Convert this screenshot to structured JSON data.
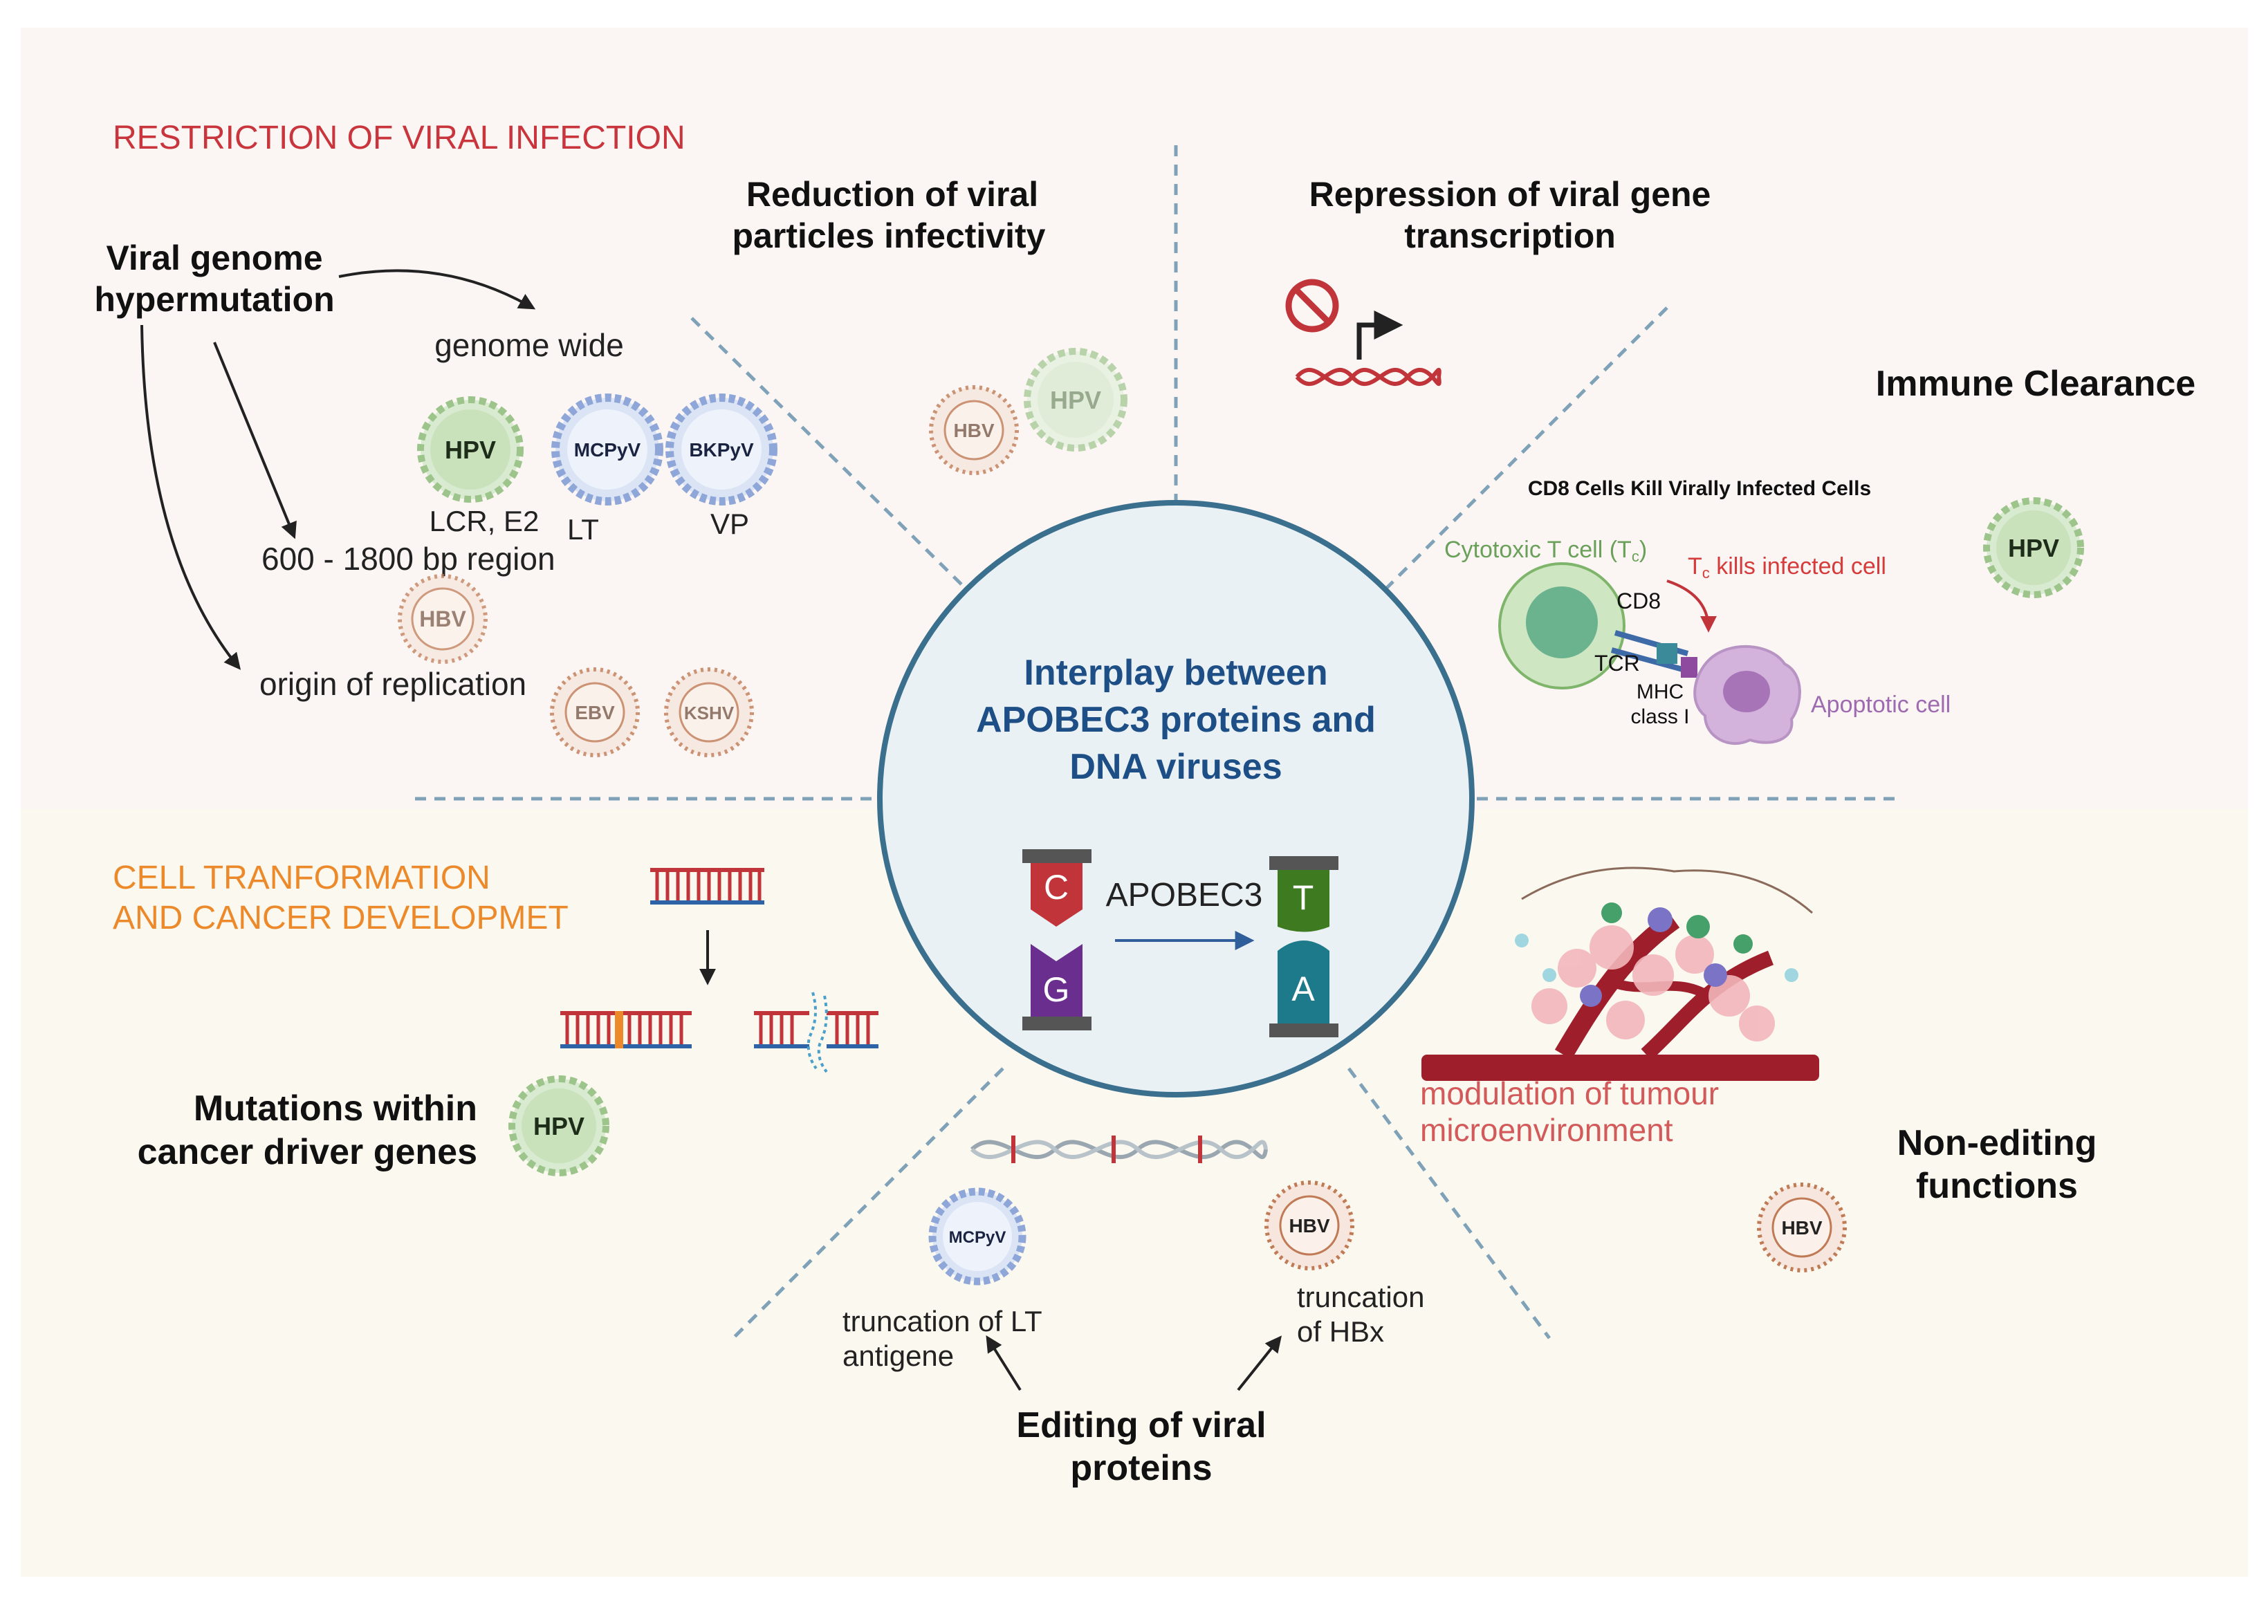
{
  "top_section": {
    "header": "RESTRICTION OF VIRAL INFECTION",
    "header_color": "#c9353c",
    "bg_color": "#fbf6f3"
  },
  "bottom_section": {
    "header_line1": "CELL TRANFORMATION",
    "header_line2": "AND CANCER DEVELOPMET",
    "header_color": "#ec8a2b",
    "bg_color": "#fbf8ef"
  },
  "center": {
    "title_line1": "Interplay between",
    "title_line2": "APOBEC3 proteins and",
    "title_line3": "DNA viruses",
    "title_color": "#1d4e85",
    "enzyme_label": "APOBEC3",
    "bases": {
      "c": "C",
      "g": "G",
      "t": "T",
      "a": "A"
    }
  },
  "hypermutation": {
    "title_line1": "Viral genome",
    "title_line2": "hypermutation",
    "genome_wide": "genome wide",
    "region": "600 - 1800 bp region",
    "origin": "origin of replication",
    "lcr": "LCR, E2",
    "lt": "LT",
    "vp": "VP"
  },
  "reduction": {
    "line1": "Reduction of viral",
    "line2": "particles infectivity"
  },
  "repression": {
    "line1": "Repression of viral gene",
    "line2": "transcription"
  },
  "immune": {
    "title": "Immune Clearance",
    "subtitle": "CD8 Cells Kill Virally Infected Cells",
    "cytotoxic": "Cytotoxic T cell (T",
    "cytotoxic_sub": "c",
    "cytotoxic_end": ")",
    "kills_pre": "T",
    "kills_sub": "c",
    "kills_post": " kills infected cell",
    "cd8": "CD8",
    "tcr": "TCR",
    "mhc_line1": "MHC",
    "mhc_line2": "class I",
    "apoptotic": "Apoptotic cell"
  },
  "mutations": {
    "line1": "Mutations within",
    "line2": "cancer driver genes"
  },
  "tumour": {
    "line1": "modulation of tumour",
    "line2": "microenvironment"
  },
  "nonediting": {
    "line1": "Non-editing",
    "line2": "functions"
  },
  "editing": {
    "title_line1": "Editing of viral",
    "title_line2": "proteins",
    "lt_line1": "truncation  of  LT",
    "lt_line2": "antigene",
    "hbx_line1": "truncation",
    "hbx_line2": "of HBx"
  },
  "viruses": {
    "hpv": "HPV",
    "mcpyv": "MCPyV",
    "bkpyv": "BKPyV",
    "hbv": "HBV",
    "ebv": "EBV",
    "kshv": "KSHV"
  },
  "colors": {
    "hpv_green": "#9cc48b",
    "polyoma_blue": "#8fa7d8",
    "hbv_brown": "#c07a55",
    "dna_red": "#c0343a",
    "dna_blue": "#2f63a8",
    "divider": "#7fa2b8",
    "circle_border": "#3a6f8e"
  },
  "icons": [
    "no-entry-icon",
    "transcription-arrow-icon",
    "dna-helix-icon",
    "t-cell-icon",
    "apoptotic-cell-icon",
    "tumour-vessel-icon"
  ]
}
